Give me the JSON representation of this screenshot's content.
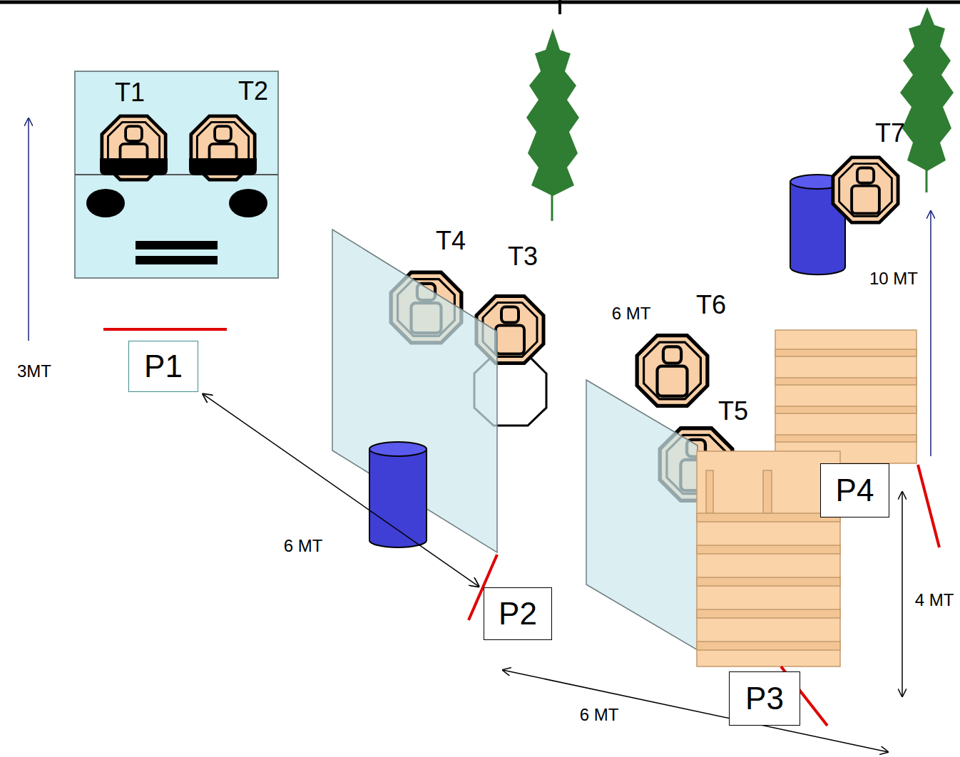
{
  "diagram": {
    "nodes": [
      {
        "text": [
          "P1"
        ]
      },
      {
        "text": [
          "P2"
        ]
      },
      {
        "text": [
          "P3"
        ]
      },
      {
        "text": [
          "P4"
        ]
      }
    ],
    "edges": [
      {
        "from": 0,
        "to": 1,
        "label": "6 MT",
        "arrow": "both"
      }
    ],
    "labels": [
      "T1",
      "T2",
      "T4",
      "T3",
      "6 MT",
      "T6",
      "T5",
      "T7",
      "10 MT",
      "3MT",
      "4 MT",
      "6 MT"
    ]
  }
}
